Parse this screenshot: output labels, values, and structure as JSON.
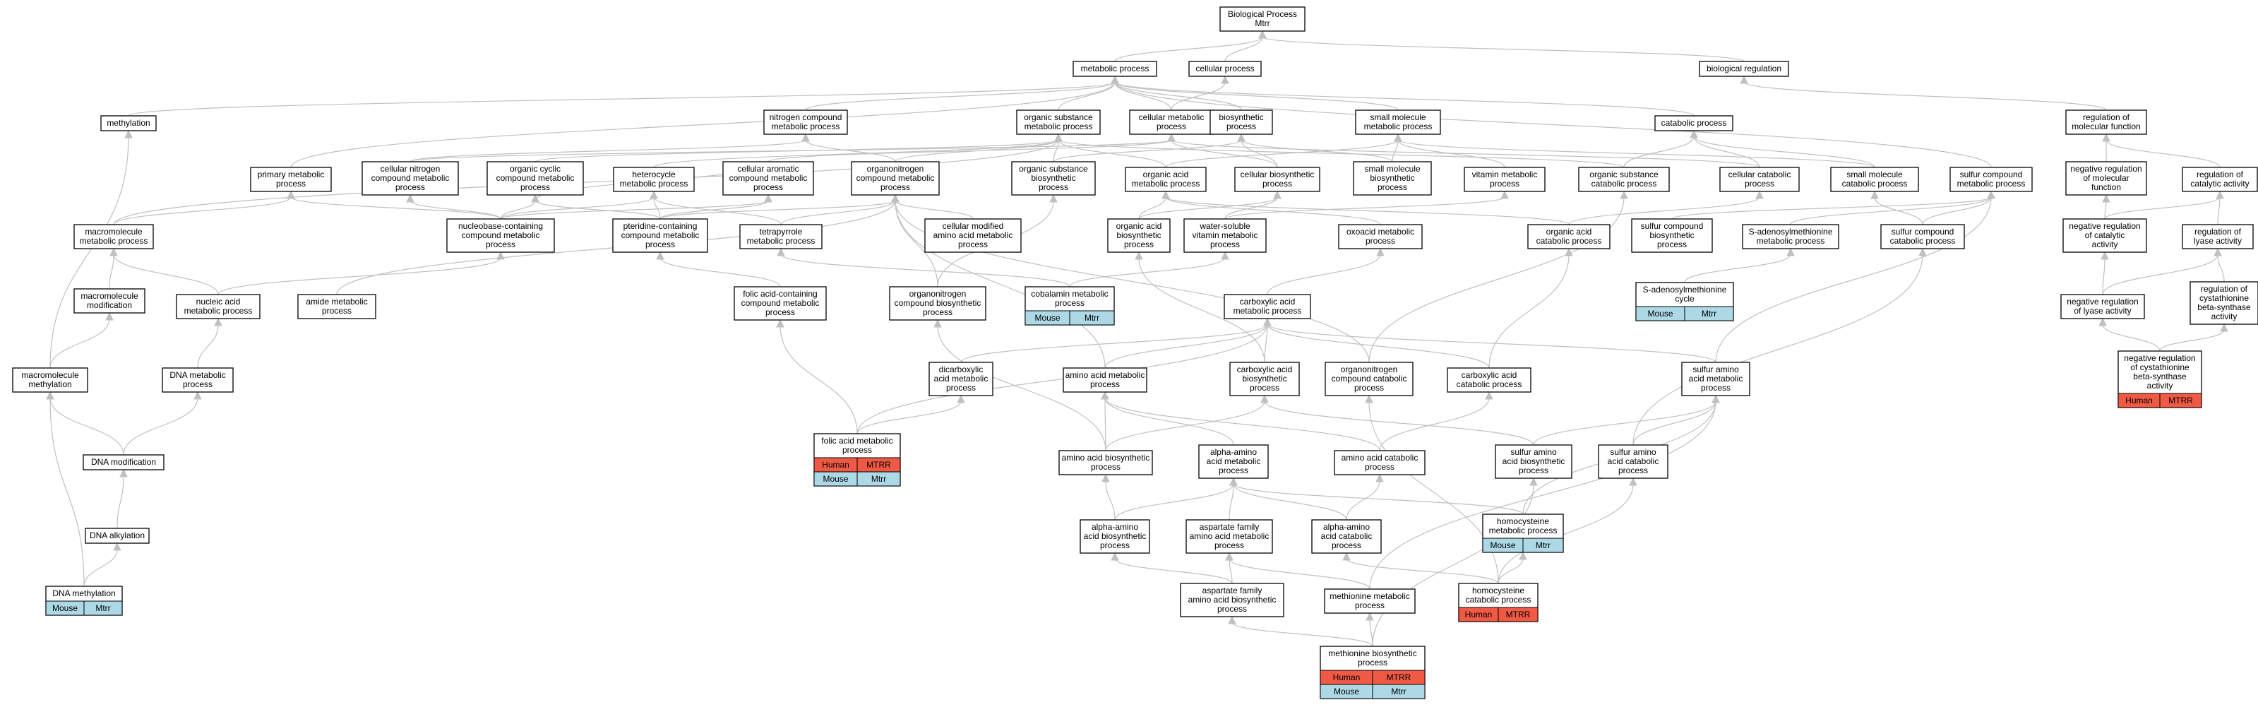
{
  "colors": {
    "human": "#f05a45",
    "mouse": "#add8e6",
    "edge": "#c0c0c0",
    "node_border": "#000000"
  },
  "nodes": {
    "root": {
      "lines": [
        "Biological Process",
        "Mtrr"
      ]
    },
    "metabolic": {
      "lines": [
        "metabolic process"
      ]
    },
    "cellular": {
      "lines": [
        "cellular process"
      ]
    },
    "bioreg": {
      "lines": [
        "biological regulation"
      ]
    },
    "methylation": {
      "lines": [
        "methylation"
      ]
    },
    "nitrogen": {
      "lines": [
        "nitrogen compound",
        "metabolic process"
      ]
    },
    "orgsubmet": {
      "lines": [
        "organic substance",
        "metabolic process"
      ]
    },
    "cellmet": {
      "lines": [
        "cellular metabolic",
        "process"
      ]
    },
    "biosyn": {
      "lines": [
        "biosynthetic",
        "process"
      ]
    },
    "smallmol": {
      "lines": [
        "small molecule",
        "metabolic process"
      ]
    },
    "catabolic": {
      "lines": [
        "catabolic process"
      ]
    },
    "regmolfun": {
      "lines": [
        "regulation of",
        "molecular function"
      ]
    },
    "primary": {
      "lines": [
        "primary metabolic",
        "process"
      ]
    },
    "cellnitro": {
      "lines": [
        "cellular nitrogen",
        "compound metabolic",
        "process"
      ]
    },
    "orgcyclic": {
      "lines": [
        "organic cyclic",
        "compound metabolic",
        "process"
      ]
    },
    "heterocycle": {
      "lines": [
        "heterocycle",
        "metabolic process"
      ]
    },
    "cellarom": {
      "lines": [
        "cellular aromatic",
        "compound metabolic",
        "process"
      ]
    },
    "organonitro": {
      "lines": [
        "organonitrogen",
        "compound metabolic",
        "process"
      ]
    },
    "orgsubbio": {
      "lines": [
        "organic substance",
        "biosynthetic",
        "process"
      ]
    },
    "orgacidmet": {
      "lines": [
        "organic acid",
        "metabolic process"
      ]
    },
    "cellbiosyn": {
      "lines": [
        "cellular biosynthetic",
        "process"
      ]
    },
    "smallmolbio": {
      "lines": [
        "small molecule",
        "biosynthetic",
        "process"
      ]
    },
    "vitamin": {
      "lines": [
        "vitamin metabolic",
        "process"
      ]
    },
    "orgsubcat": {
      "lines": [
        "organic substance",
        "catabolic process"
      ]
    },
    "cellcat": {
      "lines": [
        "cellular catabolic",
        "process"
      ]
    },
    "smallmolcat": {
      "lines": [
        "small molecule",
        "catabolic process"
      ]
    },
    "sulfurcomp": {
      "lines": [
        "sulfur compound",
        "metabolic process"
      ]
    },
    "negregmol": {
      "lines": [
        "negative regulation",
        "of molecular",
        "function"
      ]
    },
    "regcat": {
      "lines": [
        "regulation of",
        "catalytic activity"
      ]
    },
    "macromol": {
      "lines": [
        "macromolecule",
        "metabolic process"
      ]
    },
    "nucleobase": {
      "lines": [
        "nucleobase-containing",
        "compound metabolic",
        "process"
      ]
    },
    "pteridine": {
      "lines": [
        "pteridine-containing",
        "compound metabolic",
        "process"
      ]
    },
    "tetrapyrrole": {
      "lines": [
        "tetrapyrrole",
        "metabolic process"
      ]
    },
    "cellmodaa": {
      "lines": [
        "cellular modified",
        "amino acid metabolic",
        "process"
      ]
    },
    "orgacidbio": {
      "lines": [
        "organic acid",
        "biosynthetic",
        "process"
      ]
    },
    "watersol": {
      "lines": [
        "water-soluble",
        "vitamin metabolic",
        "process"
      ]
    },
    "oxoacid": {
      "lines": [
        "oxoacid metabolic",
        "process"
      ]
    },
    "orgacidcat": {
      "lines": [
        "organic acid",
        "catabolic process"
      ]
    },
    "sulfurbio": {
      "lines": [
        "sulfur compound",
        "biosynthetic",
        "process"
      ]
    },
    "sadomet": {
      "lines": [
        "S-adenosylmethionine",
        "metabolic process"
      ]
    },
    "sulfurcat": {
      "lines": [
        "sulfur compound",
        "catabolic process"
      ]
    },
    "negregcat": {
      "lines": [
        "negative regulation",
        "of catalytic",
        "activity"
      ]
    },
    "reglyase": {
      "lines": [
        "regulation of",
        "lyase activity"
      ]
    },
    "macromod": {
      "lines": [
        "macromolecule",
        "modification"
      ]
    },
    "nucacid": {
      "lines": [
        "nucleic acid",
        "metabolic process"
      ]
    },
    "amide": {
      "lines": [
        "amide metabolic",
        "process"
      ]
    },
    "folicont": {
      "lines": [
        "folic acid-containing",
        "compound metabolic",
        "process"
      ]
    },
    "organonitrobio": {
      "lines": [
        "organonitrogen",
        "compound biosynthetic",
        "process"
      ]
    },
    "cobalamin": {
      "lines": [
        "cobalamin metabolic",
        "process"
      ],
      "tags": [
        [
          "Mouse",
          "Mtrr"
        ]
      ]
    },
    "carboxmet": {
      "lines": [
        "carboxylic acid",
        "metabolic process"
      ]
    },
    "sadocycle": {
      "lines": [
        "S-adenosylmethionine",
        "cycle"
      ],
      "tags": [
        [
          "Mouse",
          "Mtrr"
        ]
      ]
    },
    "negreglyase": {
      "lines": [
        "negative regulation",
        "of lyase activity"
      ]
    },
    "regcbs": {
      "lines": [
        "regulation of",
        "cystathionine",
        "beta-synthase",
        "activity"
      ]
    },
    "macromethyl": {
      "lines": [
        "macromolecule",
        "methylation"
      ]
    },
    "dnamet": {
      "lines": [
        "DNA metabolic",
        "process"
      ]
    },
    "dicarbox": {
      "lines": [
        "dicarboxylic",
        "acid metabolic",
        "process"
      ]
    },
    "aamet": {
      "lines": [
        "amino acid metabolic",
        "process"
      ]
    },
    "carboxbio": {
      "lines": [
        "carboxylic acid",
        "biosynthetic",
        "process"
      ]
    },
    "organonitrocat": {
      "lines": [
        "organonitrogen",
        "compound catabolic",
        "process"
      ]
    },
    "carboxcat": {
      "lines": [
        "carboxylic acid",
        "catabolic process"
      ]
    },
    "sulfuraa": {
      "lines": [
        "sulfur amino",
        "acid metabolic",
        "process"
      ]
    },
    "negregcbs": {
      "lines": [
        "negative regulation",
        "of cystathionine",
        "beta-synthase",
        "activity"
      ],
      "tags": [
        [
          "Human",
          "MTRR"
        ]
      ]
    },
    "folicmet": {
      "lines": [
        "folic acid metabolic",
        "process"
      ],
      "tags": [
        [
          "Human",
          "MTRR"
        ],
        [
          "Mouse",
          "Mtrr"
        ]
      ]
    },
    "dnamod": {
      "lines": [
        "DNA modification"
      ]
    },
    "aabio": {
      "lines": [
        "amino acid biosynthetic",
        "process"
      ]
    },
    "alphaaa": {
      "lines": [
        "alpha-amino",
        "acid metabolic",
        "process"
      ]
    },
    "aacat": {
      "lines": [
        "amino acid catabolic",
        "process"
      ]
    },
    "sulfuraabio": {
      "lines": [
        "sulfur amino",
        "acid biosynthetic",
        "process"
      ]
    },
    "sulfuraacat": {
      "lines": [
        "sulfur amino",
        "acid catabolic",
        "process"
      ]
    },
    "dnaalk": {
      "lines": [
        "DNA alkylation"
      ]
    },
    "alphaaabio": {
      "lines": [
        "alpha-amino",
        "acid biosynthetic",
        "process"
      ]
    },
    "aspfammet": {
      "lines": [
        "aspartate family",
        "amino acid metabolic",
        "process"
      ]
    },
    "alphaaacat": {
      "lines": [
        "alpha-amino",
        "acid catabolic",
        "process"
      ]
    },
    "homocys": {
      "lines": [
        "homocysteine",
        "metabolic process"
      ],
      "tags": [
        [
          "Mouse",
          "Mtrr"
        ]
      ]
    },
    "dnamethyl": {
      "lines": [
        "DNA methylation"
      ],
      "tags": [
        [
          "Mouse",
          "Mtrr"
        ]
      ]
    },
    "aspfambio": {
      "lines": [
        "aspartate family",
        "amino acid biosynthetic",
        "process"
      ]
    },
    "metmet": {
      "lines": [
        "methionine metabolic",
        "process"
      ]
    },
    "homocyscat": {
      "lines": [
        "homocysteine",
        "catabolic process"
      ],
      "tags": [
        [
          "Human",
          "MTRR"
        ]
      ]
    },
    "metbio": {
      "lines": [
        "methionine biosynthetic",
        "process"
      ],
      "tags": [
        [
          "Human",
          "MTRR"
        ],
        [
          "Mouse",
          "Mtrr"
        ]
      ]
    }
  }
}
